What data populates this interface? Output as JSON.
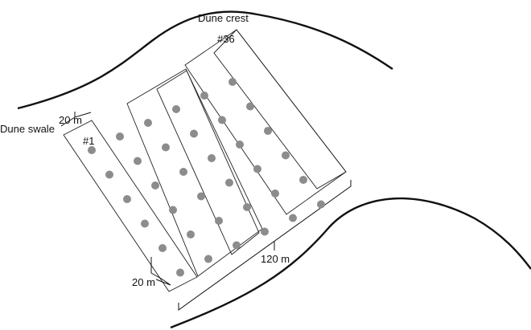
{
  "labels": {
    "crest": "Dune crest",
    "swale": "Dune swale",
    "first_plot": "#1",
    "last_plot": "#36",
    "width_top": "20 m",
    "width_bottom": "20 m",
    "length": "120 m"
  },
  "plot_count": 36,
  "colors": {
    "dune_line": "#111111",
    "plot_border": "#222222",
    "dot": "#8c8c8c"
  }
}
